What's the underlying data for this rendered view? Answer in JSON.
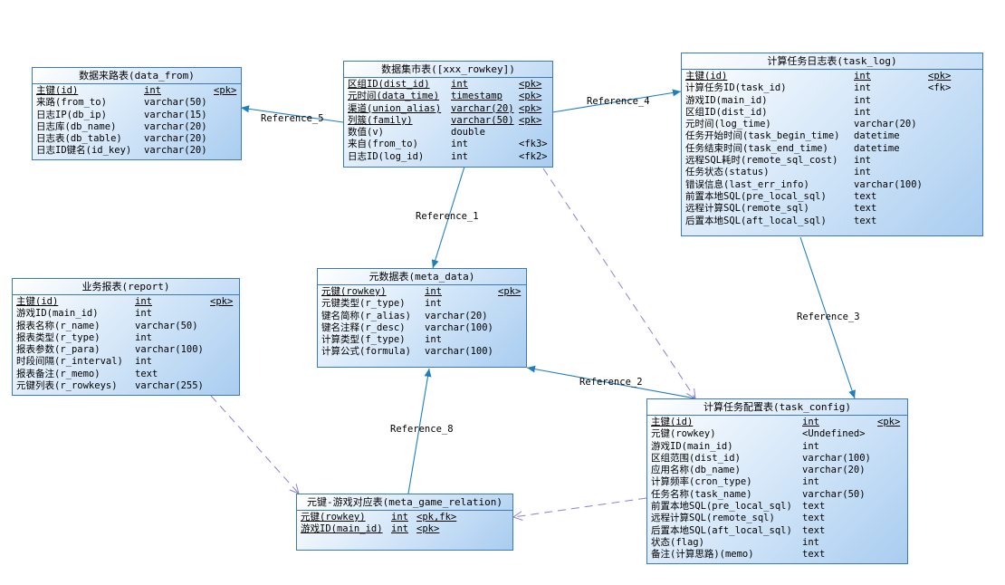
{
  "references": [
    "Reference_1",
    "Reference_2",
    "Reference_3",
    "Reference_4",
    "Reference_5",
    "Reference_8"
  ],
  "entities": {
    "data_from": {
      "title": "数据来路表(data_from)",
      "rows": [
        [
          "主键(id)",
          "int",
          "<pk>"
        ],
        [
          "来路(from_to)",
          "varchar(50)",
          ""
        ],
        [
          "日志IP(db_ip)",
          "varchar(15)",
          ""
        ],
        [
          "日志库(db_name)",
          "varchar(20)",
          ""
        ],
        [
          "日志表(db_table)",
          "varchar(20)",
          ""
        ],
        [
          "日志ID键名(id_key)",
          "varchar(20)",
          ""
        ]
      ]
    },
    "xxx_rowkey": {
      "title": "数据集市表([xxx_rowkey])",
      "rows": [
        [
          "区组ID(dist_id)",
          "int",
          "<pk>"
        ],
        [
          "元时间(data_time)",
          "timestamp",
          "<pk>"
        ],
        [
          "渠道(union_alias)",
          "varchar(20)",
          "<pk>"
        ],
        [
          "列簇(family)",
          "varchar(50)",
          "<pk>"
        ],
        [
          "数值(v)",
          "double",
          ""
        ],
        [
          "来自(from_to)",
          "int",
          "<fk3>"
        ],
        [
          "日志ID(log_id)",
          "int",
          "<fk2>"
        ]
      ]
    },
    "task_log": {
      "title": "计算任务日志表(task_log)",
      "rows": [
        [
          "主键(id)",
          "int",
          "<pk>"
        ],
        [
          "计算任务ID(task_id)",
          "int",
          "<fk>"
        ],
        [
          "游戏ID(main_id)",
          "int",
          ""
        ],
        [
          "区组ID(dist_id)",
          "int",
          ""
        ],
        [
          "元时间(log_time)",
          "varchar(20)",
          ""
        ],
        [
          "任务开始时间(task_begin_time)",
          "datetime",
          ""
        ],
        [
          "任务结束时间(task_end_time)",
          "datetime",
          ""
        ],
        [
          "远程SQL耗时(remote_sql_cost)",
          "int",
          ""
        ],
        [
          "任务状态(status)",
          "int",
          ""
        ],
        [
          "错误信息(last_err_info)",
          "varchar(100)",
          ""
        ],
        [
          "前置本地SQL(pre_local_sql)",
          "text",
          ""
        ],
        [
          "远程计算SQL(remote_sql)",
          "text",
          ""
        ],
        [
          "后置本地SQL(aft_local_sql)",
          "text",
          ""
        ]
      ]
    },
    "meta_data": {
      "title": "元数据表(meta_data)",
      "rows": [
        [
          "元键(rowkey)",
          "int",
          "<pk>"
        ],
        [
          "元键类型(r_type)",
          "int",
          ""
        ],
        [
          "键名简称(r_alias)",
          "varchar(20)",
          ""
        ],
        [
          "键名注释(r_desc)",
          "varchar(100)",
          ""
        ],
        [
          "计算类型(f_type)",
          "int",
          ""
        ],
        [
          "计算公式(formula)",
          "varchar(100)",
          ""
        ]
      ]
    },
    "report": {
      "title": "业务报表(report)",
      "rows": [
        [
          "主键(id)",
          "int",
          "<pk>"
        ],
        [
          "游戏ID(main_id)",
          "int",
          ""
        ],
        [
          "报表名称(r_name)",
          "varchar(50)",
          ""
        ],
        [
          "报表类型(r_type)",
          "int",
          ""
        ],
        [
          "报表参数(r_para)",
          "varchar(100)",
          ""
        ],
        [
          "时段间隔(r_interval)",
          "int",
          ""
        ],
        [
          "报表备注(r_memo)",
          "text",
          ""
        ],
        [
          "元键列表(r_rowkeys)",
          "varchar(255)",
          ""
        ]
      ]
    },
    "task_config": {
      "title": "计算任务配置表(task_config)",
      "rows": [
        [
          "主键(id)",
          "int",
          "<pk>"
        ],
        [
          "元键(rowkey)",
          "<Undefined>",
          ""
        ],
        [
          "游戏ID(main_id)",
          "int",
          ""
        ],
        [
          "区组范围(dist_id)",
          "varchar(100)",
          ""
        ],
        [
          "应用名称(db_name)",
          "varchar(20)",
          ""
        ],
        [
          "计算频率(cron_type)",
          "int",
          ""
        ],
        [
          "任务名称(task_name)",
          "varchar(50)",
          ""
        ],
        [
          "前置本地SQL(pre_local_sql)",
          "text",
          ""
        ],
        [
          "远程计算SQL(remote_sql)",
          "text",
          ""
        ],
        [
          "后置本地SQL(aft_local_sql)",
          "text",
          ""
        ],
        [
          "状态(flag)",
          "int",
          ""
        ],
        [
          "备注(计算思路)(memo)",
          "text",
          ""
        ]
      ]
    },
    "meta_game_relation": {
      "title": "元键-游戏对应表(meta_game_relation)",
      "rows": [
        [
          "元键(rowkey)",
          "int",
          "<pk,fk>"
        ],
        [
          "游戏ID(main_id)",
          "int",
          "<pk>"
        ]
      ]
    }
  }
}
